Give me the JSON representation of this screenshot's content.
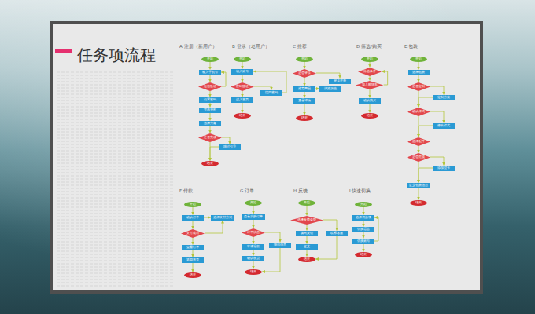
{
  "diagram": {
    "title": "任务项流程",
    "nodes": [
      {
        "text": [
          "开始"
        ]
      },
      {
        "text": [
          "输入手机号"
        ]
      },
      {
        "text": [
          "短信验证"
        ]
      },
      {
        "text": [
          "设置密码"
        ]
      },
      {
        "text": [
          "完善资料"
        ]
      },
      {
        "text": [
          "选择兴趣"
        ]
      },
      {
        "text": [
          "是否完成"
        ]
      },
      {
        "text": [
          "跳过引导"
        ]
      },
      {
        "text": [
          "结束"
        ]
      },
      {
        "text": [
          "开始"
        ]
      },
      {
        "text": [
          "输入账号"
        ]
      },
      {
        "text": [
          "密码验证"
        ]
      },
      {
        "text": [
          "进入首页"
        ]
      },
      {
        "text": [
          "找回密码"
        ]
      },
      {
        "text": [
          "结束"
        ]
      },
      {
        "text": [
          "开始"
        ]
      },
      {
        "text": [
          "是否登录"
        ]
      },
      {
        "text": [
          "推荐商品"
        ]
      },
      {
        "text": [
          "浏览历史"
        ]
      },
      {
        "text": [
          "查看详情"
        ]
      },
      {
        "text": [
          "结束"
        ]
      },
      {
        "text": [
          "登录注册"
        ]
      },
      {
        "text": [
          "开始"
        ]
      },
      {
        "text": [
          "筛选条件"
        ]
      },
      {
        "text": [
          "加入购物车"
        ]
      },
      {
        "text": [
          "确认购买"
        ]
      },
      {
        "text": [
          "结束"
        ]
      },
      {
        "text": [
          "开始"
        ]
      },
      {
        "text": [
          "选择包装"
        ]
      },
      {
        "text": [
          "是否定制"
        ]
      },
      {
        "text": [
          "定制方案"
        ]
      },
      {
        "text": [
          "确认样式"
        ]
      },
      {
        "text": [
          "修改样式"
        ]
      },
      {
        "text": [
          "选择配件"
        ]
      },
      {
        "text": [
          "是否完成"
        ]
      },
      {
        "text": [
          "添加贺卡"
        ]
      },
      {
        "text": [
          "提交包装信息"
        ]
      },
      {
        "text": [
          "结束"
        ]
      },
      {
        "text": [
          "开始"
        ]
      },
      {
        "text": [
          "确认订单"
        ]
      },
      {
        "text": [
          "选择支付方式"
        ]
      },
      {
        "text": [
          "支付成功"
        ]
      },
      {
        "text": [
          "查看订单"
        ]
      },
      {
        "text": [
          "返回首页"
        ]
      },
      {
        "text": [
          "结束"
        ]
      },
      {
        "text": [
          "开始"
        ]
      },
      {
        "text": [
          "查看我的订单"
        ]
      },
      {
        "text": [
          "订单状态"
        ]
      },
      {
        "text": [
          "申请退款"
        ]
      },
      {
        "text": [
          "确认收货"
        ]
      },
      {
        "text": [
          "结束"
        ]
      },
      {
        "text": [
          "物流信息"
        ]
      },
      {
        "text": [
          "开始"
        ]
      },
      {
        "text": [
          "选择反馈类型"
        ]
      },
      {
        "text": [
          "填写反馈"
        ]
      },
      {
        "text": [
          "提交"
        ]
      },
      {
        "text": [
          "结束"
        ]
      },
      {
        "text": [
          "联系客服"
        ]
      },
      {
        "text": [
          "开始"
        ]
      },
      {
        "text": [
          "选择切换项"
        ]
      },
      {
        "text": [
          "切换语言"
        ]
      },
      {
        "text": [
          "切换账号"
        ]
      },
      {
        "text": [
          "结束"
        ]
      }
    ],
    "edges": [
      {
        "from": 0,
        "to": 1,
        "arrow": "to"
      },
      {
        "from": 1,
        "to": 2,
        "arrow": "to"
      },
      {
        "from": 2,
        "to": 3,
        "arrow": "to"
      },
      {
        "from": 3,
        "to": 4,
        "arrow": "to"
      },
      {
        "from": 4,
        "to": 5,
        "arrow": "to"
      },
      {
        "from": 5,
        "to": 6,
        "arrow": "to"
      },
      {
        "from": 6,
        "to": 7,
        "arrow": "to"
      },
      {
        "from": 6,
        "to": 8,
        "arrow": "to"
      },
      {
        "from": 7,
        "to": 8,
        "arrow": "to"
      },
      {
        "from": 2,
        "to": 1,
        "arrow": "to"
      },
      {
        "from": 9,
        "to": 10,
        "arrow": "to"
      },
      {
        "from": 10,
        "to": 11,
        "arrow": "to"
      },
      {
        "from": 11,
        "to": 12,
        "arrow": "to"
      },
      {
        "from": 11,
        "to": 13,
        "arrow": "to"
      },
      {
        "from": 13,
        "to": 10,
        "arrow": "to"
      },
      {
        "from": 12,
        "to": 14,
        "arrow": "to"
      },
      {
        "from": 15,
        "to": 16,
        "arrow": "to"
      },
      {
        "from": 16,
        "to": 17,
        "arrow": "to"
      },
      {
        "from": 16,
        "to": 21,
        "arrow": "to"
      },
      {
        "from": 17,
        "to": 18,
        "arrow": "to"
      },
      {
        "from": 17,
        "to": 19,
        "arrow": "to"
      },
      {
        "from": 19,
        "to": 20,
        "arrow": "to"
      },
      {
        "from": 22,
        "to": 23,
        "arrow": "to"
      },
      {
        "from": 23,
        "to": 24,
        "arrow": "to"
      },
      {
        "from": 24,
        "to": 25,
        "arrow": "to"
      },
      {
        "from": 25,
        "to": 26,
        "arrow": "to"
      },
      {
        "from": 24,
        "to": 23,
        "arrow": "to"
      },
      {
        "from": 27,
        "to": 28,
        "arrow": "to"
      },
      {
        "from": 28,
        "to": 29,
        "arrow": "to"
      },
      {
        "from": 29,
        "to": 30,
        "arrow": "to"
      },
      {
        "from": 29,
        "to": 31,
        "arrow": "to"
      },
      {
        "from": 30,
        "to": 31,
        "arrow": "to"
      },
      {
        "from": 31,
        "to": 32,
        "arrow": "to"
      },
      {
        "from": 31,
        "to": 33,
        "arrow": "to"
      },
      {
        "from": 32,
        "to": 33,
        "arrow": "to"
      },
      {
        "from": 33,
        "to": 34,
        "arrow": "to"
      },
      {
        "from": 34,
        "to": 35,
        "arrow": "to"
      },
      {
        "from": 34,
        "to": 36,
        "arrow": "to"
      },
      {
        "from": 35,
        "to": 36,
        "arrow": "to"
      },
      {
        "from": 36,
        "to": 37,
        "arrow": "to"
      },
      {
        "from": 38,
        "to": 39,
        "arrow": "to"
      },
      {
        "from": 39,
        "to": 40,
        "arrow": "to"
      },
      {
        "from": 39,
        "to": 41,
        "arrow": "to"
      },
      {
        "from": 41,
        "to": 42,
        "arrow": "to"
      },
      {
        "from": 42,
        "to": 43,
        "arrow": "to"
      },
      {
        "from": 43,
        "to": 44,
        "arrow": "to"
      },
      {
        "from": 41,
        "to": 40,
        "arrow": "to"
      },
      {
        "from": 45,
        "to": 46,
        "arrow": "to"
      },
      {
        "from": 46,
        "to": 47,
        "arrow": "to"
      },
      {
        "from": 47,
        "to": 48,
        "arrow": "to"
      },
      {
        "from": 48,
        "to": 49,
        "arrow": "to"
      },
      {
        "from": 49,
        "to": 50,
        "arrow": "to"
      },
      {
        "from": 47,
        "to": 51,
        "arrow": "to"
      },
      {
        "from": 51,
        "to": 50,
        "arrow": "to"
      },
      {
        "from": 52,
        "to": 53,
        "arrow": "to"
      },
      {
        "from": 53,
        "to": 54,
        "arrow": "to"
      },
      {
        "from": 54,
        "to": 55,
        "arrow": "to"
      },
      {
        "from": 55,
        "to": 56,
        "arrow": "to"
      },
      {
        "from": 53,
        "to": 57,
        "arrow": "to"
      },
      {
        "from": 57,
        "to": 56,
        "arrow": "to"
      },
      {
        "from": 58,
        "to": 59,
        "arrow": "to"
      },
      {
        "from": 59,
        "to": 60,
        "arrow": "to"
      },
      {
        "from": 60,
        "to": 61,
        "arrow": "to"
      },
      {
        "from": 61,
        "to": 62,
        "arrow": "to"
      },
      {
        "from": 61,
        "to": 59,
        "arrow": "to"
      }
    ],
    "labels": [
      "A 注册（新用户）",
      "B 登录（老用户）",
      "C 推荐",
      "D 筛选/购买",
      "E 包装",
      "F 付款",
      "G 订单",
      "H 反馈",
      "I 快速切换"
    ]
  }
}
